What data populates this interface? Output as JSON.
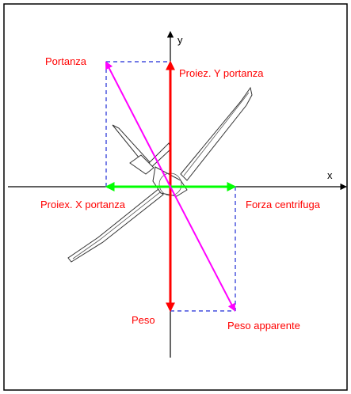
{
  "axes": {
    "x_label": "x",
    "y_label": "y"
  },
  "labels": {
    "portanza": "Portanza",
    "proiez_y_portanza": "Proiez. Y portanza",
    "proiex_x_portanza": "Proiex. X portanza",
    "forza_centrifuga": "Forza centrifuga",
    "peso": "Peso",
    "peso_apparente": "Peso apparente"
  },
  "colors": {
    "vertical_vectors": "#ff0000",
    "horizontal_vectors": "#00ff00",
    "resultant_vectors": "#ff00ff",
    "projection_lines": "#1f2bd6",
    "labels": "#ff0000"
  }
}
